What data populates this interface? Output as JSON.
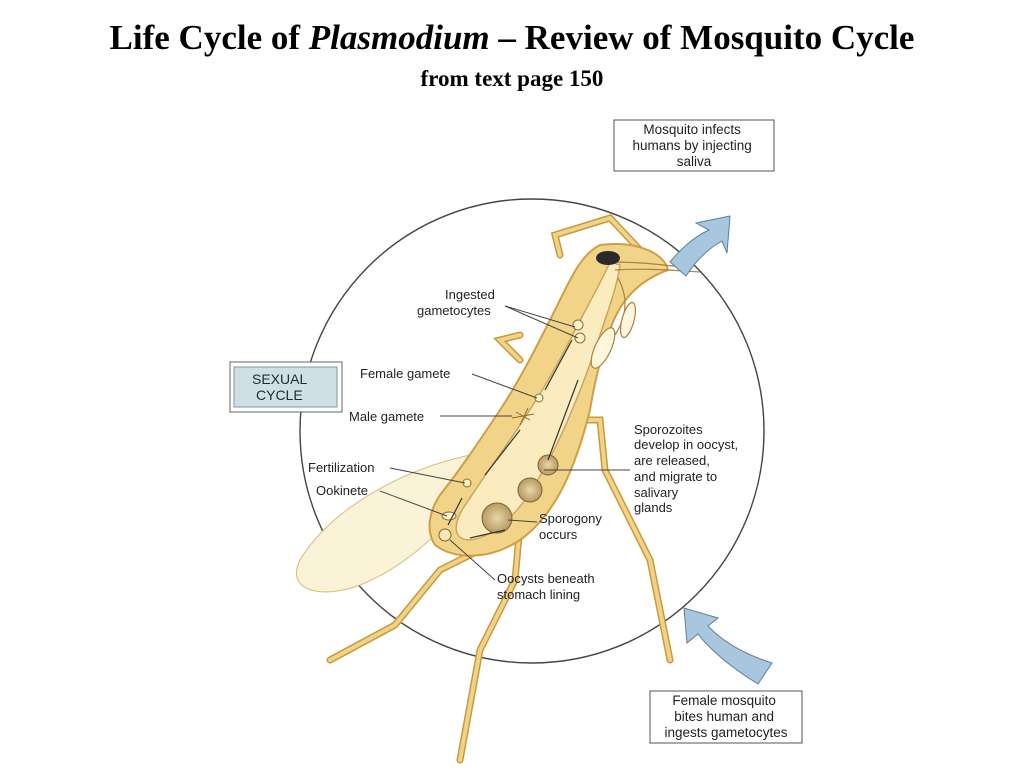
{
  "title": {
    "prefix": "Life Cycle of ",
    "italic": "Plasmodium",
    "suffix": " – Review of Mosquito Cycle"
  },
  "subtitle": "from text page 150",
  "boxes": {
    "top_right": [
      "Mosquito infects",
      "humans by injecting",
      "saliva"
    ],
    "bottom_right": [
      "Female mosquito",
      "bites human and",
      "ingests gametocytes"
    ],
    "sexual_cycle": [
      "SEXUAL",
      "CYCLE"
    ]
  },
  "labels": {
    "ingested": [
      "Ingested",
      "gametocytes"
    ],
    "female_gamete": "Female gamete",
    "male_gamete": "Male gamete",
    "fertilization": "Fertilization",
    "ookinete": "Ookinete",
    "sporozoites": [
      "Sporozoites",
      "develop in oocyst,",
      "are released,",
      "and migrate to",
      "salivary",
      "glands"
    ],
    "sporogony": [
      "Sporogony",
      "occurs"
    ],
    "oocysts": [
      "Oocysts beneath",
      "stomach lining"
    ]
  },
  "colors": {
    "body": "#f2d488",
    "body_dark": "#d9a94a",
    "gut": "#fbecc0",
    "arrow": "#a9c6df",
    "sexual_box": "#cfe0e4"
  }
}
